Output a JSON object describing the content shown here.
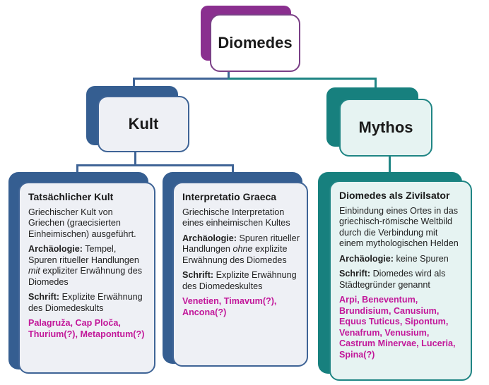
{
  "root": {
    "label": "Diomedes",
    "back_color": "#8a2f8f",
    "border_color": "#7a3f86"
  },
  "kult": {
    "label": "Kult",
    "back_color": "#355e91",
    "border_color": "#3f6496",
    "fill": "#eef0f5"
  },
  "mythos": {
    "label": "Mythos",
    "back_color": "#17807e",
    "border_color": "#1f8584",
    "fill": "#e6f3f2"
  },
  "boxes": {
    "tatsaechlich": {
      "heading": "Tatsächlicher Kult",
      "intro": "Griechischer Kult von Griechen (graecisierten Einheimischen) ausgeführt.",
      "arch_label": "Archäologie:",
      "arch_text_1": " Tempel, Spuren ritueller Handlungen ",
      "arch_em": "mit",
      "arch_text_2": " expliziter Erwähnung des Diomedes",
      "schrift_label": "Schrift:",
      "schrift_text": " Explizite Erwähnung des Diomedeskults",
      "places": "Palagruža, Cap Ploča, Thurium(?), Metapontum(?)"
    },
    "interpretatio": {
      "heading": "Interpretatio Graeca",
      "intro": "Griechische Interpretation eines einheimischen Kultes",
      "arch_label": "Archäologie:",
      "arch_text_1": " Spuren ritueller Handlungen ",
      "arch_em": "ohne",
      "arch_text_2": " explizite Erwähnung des Diomedes",
      "schrift_label": "Schrift:",
      "schrift_text": " Explizite Erwähnung des Diomedeskultes",
      "places": "Venetien, Timavum(?), Ancona(?)"
    },
    "zivilisator": {
      "heading": "Diomedes als Zivilsator",
      "intro": "Einbindung eines Ortes in das griechisch-römische Weltbild durch die Verbindung mit einem mythologischen Helden",
      "arch_label": "Archäologie:",
      "arch_text": " keine Spuren",
      "schrift_label": "Schrift:",
      "schrift_text": " Diomedes wird als Städtegründer genannt",
      "places": "Arpi, Beneventum, Brundisium, Canusium, Equus Tuticus, Sipontum, Venafrum, Venusium, Castrum Minervae, Luceria, Spina(?)"
    }
  },
  "colors": {
    "blue": "#3f6496",
    "teal": "#1f8584",
    "purple": "#7a3f86",
    "place_text": "#c2189a"
  }
}
